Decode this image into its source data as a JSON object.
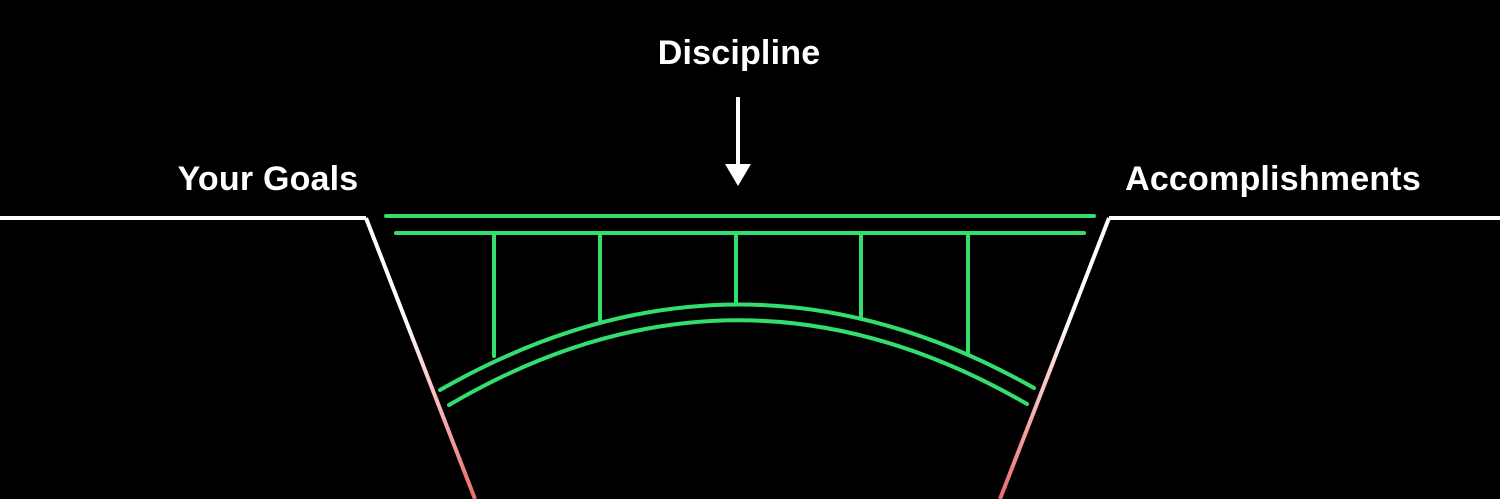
{
  "diagram": {
    "labels": {
      "top": "Discipline",
      "left": "Your Goals",
      "right": "Accomplishments"
    },
    "colors": {
      "background": "#000000",
      "text": "#ffffff",
      "ground": "#ffffff",
      "bridge": "#33dd6e",
      "chasm_bottom": "#f06a6a"
    }
  }
}
